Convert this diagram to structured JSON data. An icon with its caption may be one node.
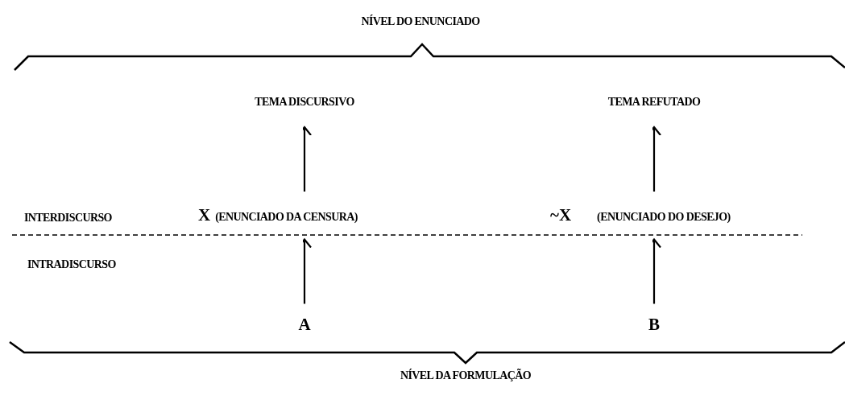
{
  "diagram": {
    "nodes": [
      {
        "text": [
          "TEMA  DISCURSIVO"
        ]
      },
      {
        "text": [
          "TEMA  REFUTADO"
        ]
      },
      {
        "text": [
          "X",
          "(ENUNCIADO DA CENSURA)"
        ]
      },
      {
        "text": [
          "~X",
          "(ENUNCIADO DO DESEJO)"
        ]
      },
      {
        "text": [
          "A"
        ]
      },
      {
        "text": [
          "B"
        ]
      }
    ],
    "edges": [
      {
        "from": 2,
        "to": 0,
        "arrow": "to"
      },
      {
        "from": 3,
        "to": 1,
        "arrow": "to"
      },
      {
        "from": 4,
        "to": 2,
        "arrow": "to"
      },
      {
        "from": 5,
        "to": 3,
        "arrow": "to"
      }
    ],
    "labels": [
      "NÍVEL DO ENUNCIADO",
      "INTERDISCURSO",
      "INTRADISCURSO",
      "NÍVEL DA FORMULAÇÃO"
    ]
  }
}
